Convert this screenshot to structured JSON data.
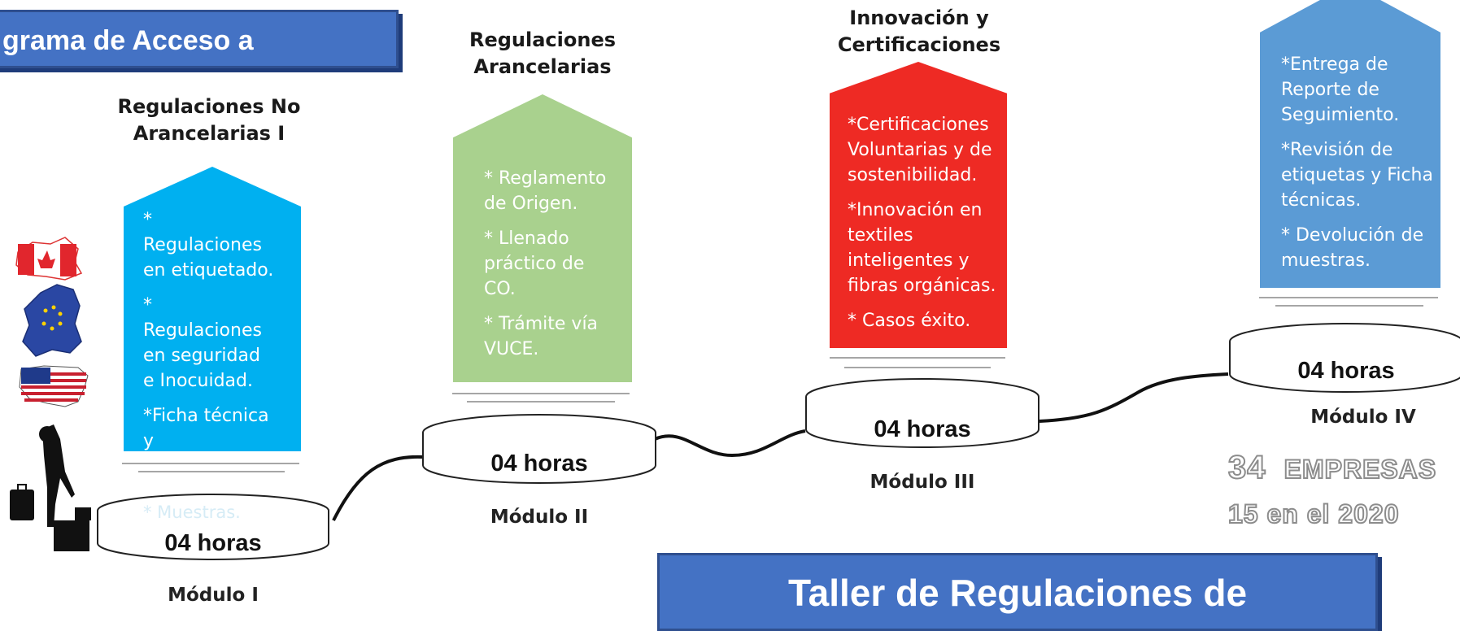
{
  "colors": {
    "banner": "#4472c4",
    "module_1": "#00b0f0",
    "module_2": "#a9d18e",
    "module_3": "#ee2a24",
    "module_4": "#5b9bd5"
  },
  "top_banner": {
    "text": "grama de Acceso a"
  },
  "bottom_banner": {
    "text": "Taller de Regulaciones de"
  },
  "modules": [
    {
      "title": "Regulaciones No\nArancelarias I",
      "items": [
        "*\nRegulaciones\nen etiquetado.",
        "*\nRegulaciones\nen seguridad\ne Inocuidad.",
        "*Ficha técnica\ny",
        "* Muestras."
      ],
      "hours": "04 horas",
      "label": "Módulo I"
    },
    {
      "title": "Regulaciones\nArancelarias",
      "items": [
        "* Reglamento\nde Origen.",
        "* Llenado\npráctico de\nCO.",
        "* Trámite vía\nVUCE."
      ],
      "hours": "04 horas",
      "label": "Módulo II"
    },
    {
      "title": "Innovación y\nCertificaciones",
      "items": [
        "*Certificaciones\nVoluntarias y de\nsostenibilidad.",
        "*Innovación en\ntextiles\ninteligentes y\nfibras orgánicas.",
        "* Casos éxito."
      ],
      "hours": "04 horas",
      "label": "Módulo III"
    },
    {
      "title": "",
      "items": [
        "*Entrega de\nReporte de\nSeguimiento.",
        "*Revisión de\netiquetas y Ficha\ntécnicas.",
        "* Devolución de\nmuestras."
      ],
      "hours": "04 horas",
      "label": "Módulo IV"
    }
  ],
  "stats": {
    "count": "34",
    "unit": "EMPRESAS",
    "sub": "15 en el 2020"
  },
  "icons": [
    "canada-map-icon",
    "europe-map-icon",
    "usa-map-icon",
    "businessman-climbing-icon"
  ]
}
